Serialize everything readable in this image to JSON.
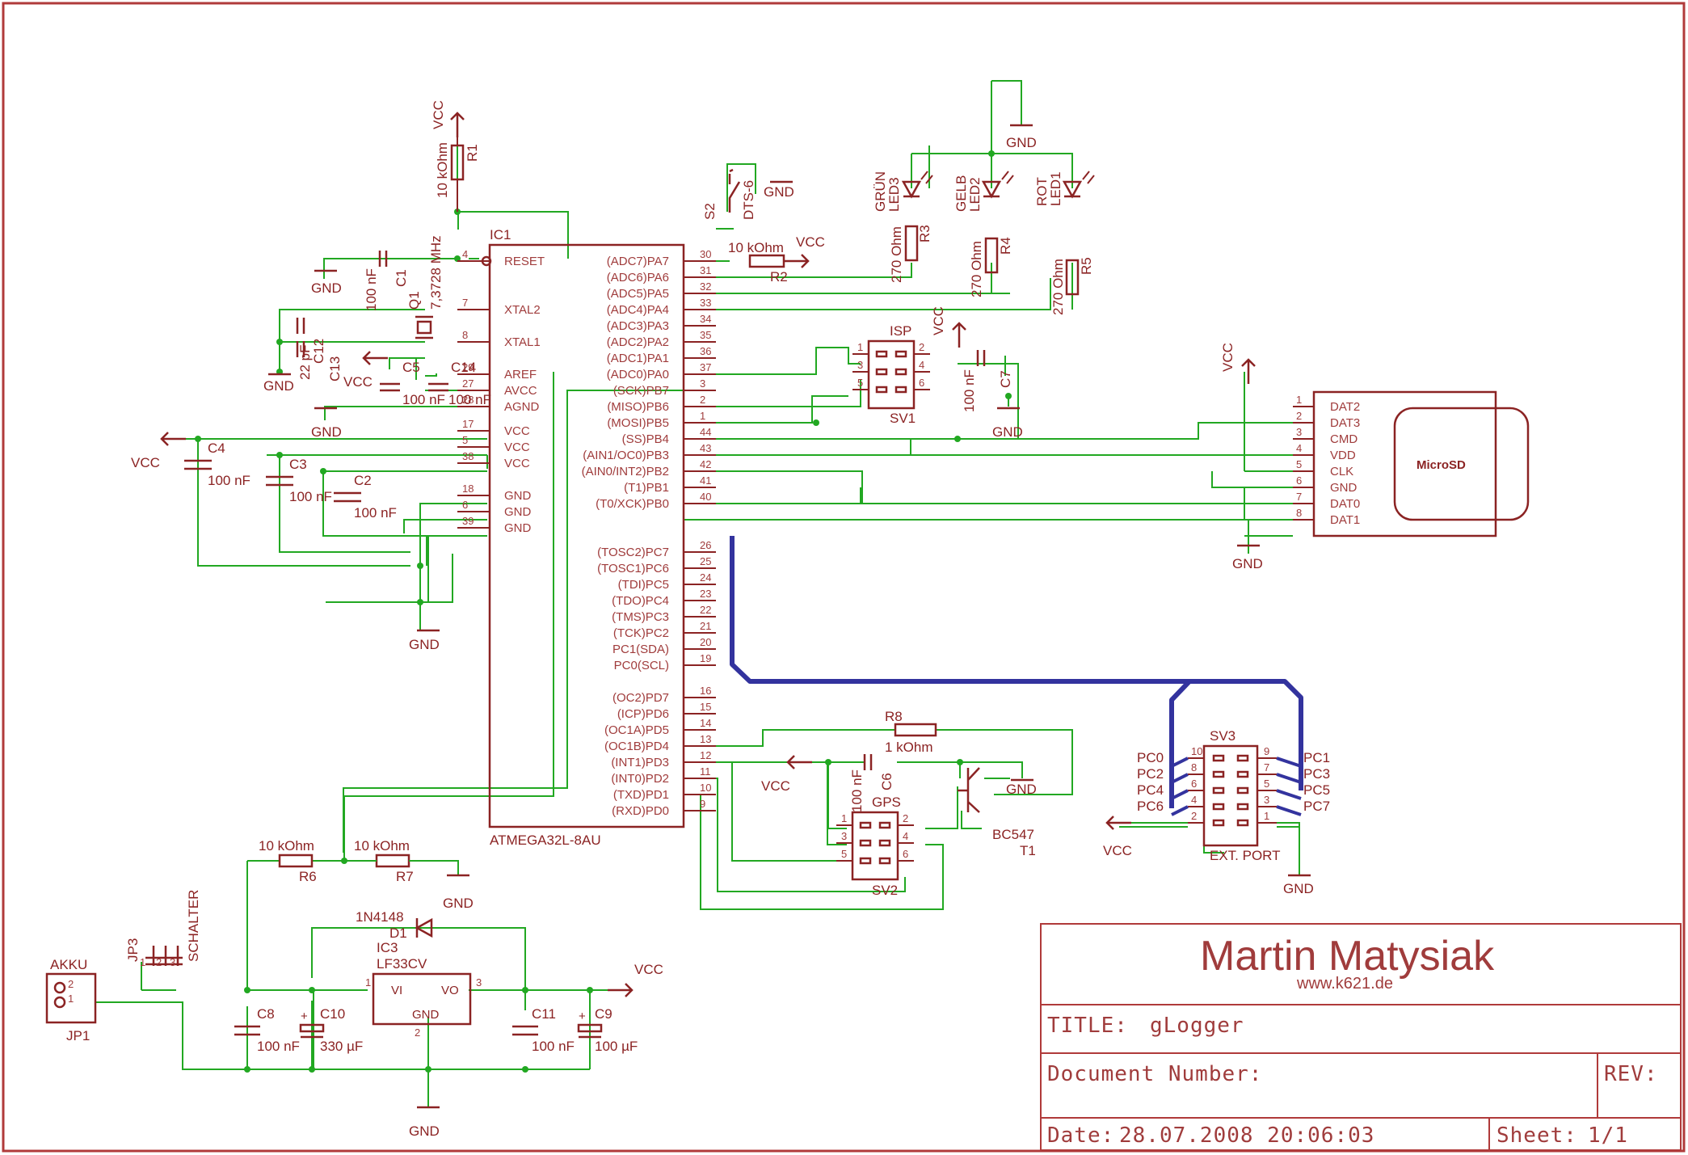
{
  "title_block": {
    "author": "Martin Matysiak",
    "website": "www.k621.de",
    "title_label": "TITLE:",
    "title": "gLogger",
    "doc_number_label": "Document Number:",
    "rev_label": "REV:",
    "date_label": "Date:",
    "date": "28.07.2008 20:06:03",
    "sheet_label": "Sheet:",
    "sheet": "1/1"
  },
  "mcu": {
    "ref": "IC1",
    "part": "ATMEGA32L-8AU",
    "left_pins": [
      {
        "name": "RESET",
        "num": "4"
      },
      {
        "name": "XTAL2",
        "num": "7"
      },
      {
        "name": "XTAL1",
        "num": "8"
      },
      {
        "name": "AREF",
        "num": "29"
      },
      {
        "name": "AVCC",
        "num": "27"
      },
      {
        "name": "AGND",
        "num": "28"
      },
      {
        "name": "VCC",
        "num": "17"
      },
      {
        "name": "VCC",
        "num": "5"
      },
      {
        "name": "VCC",
        "num": "38"
      },
      {
        "name": "GND",
        "num": "18"
      },
      {
        "name": "GND",
        "num": "6"
      },
      {
        "name": "GND",
        "num": "39"
      }
    ],
    "right_pins": [
      {
        "name": "(ADC7)PA7",
        "num": "30"
      },
      {
        "name": "(ADC6)PA6",
        "num": "31"
      },
      {
        "name": "(ADC5)PA5",
        "num": "32"
      },
      {
        "name": "(ADC4)PA4",
        "num": "33"
      },
      {
        "name": "(ADC3)PA3",
        "num": "34"
      },
      {
        "name": "(ADC2)PA2",
        "num": "35"
      },
      {
        "name": "(ADC1)PA1",
        "num": "36"
      },
      {
        "name": "(ADC0)PA0",
        "num": "37"
      },
      {
        "name": "(SCK)PB7",
        "num": "3"
      },
      {
        "name": "(MISO)PB6",
        "num": "2"
      },
      {
        "name": "(MOSI)PB5",
        "num": "1"
      },
      {
        "name": "(SS)PB4",
        "num": "44"
      },
      {
        "name": "(AIN1/OC0)PB3",
        "num": "43"
      },
      {
        "name": "(AIN0/INT2)PB2",
        "num": "42"
      },
      {
        "name": "(T1)PB1",
        "num": "41"
      },
      {
        "name": "(T0/XCK)PB0",
        "num": "40"
      },
      {
        "name": "(TOSC2)PC7",
        "num": "26"
      },
      {
        "name": "(TOSC1)PC6",
        "num": "25"
      },
      {
        "name": "(TDI)PC5",
        "num": "24"
      },
      {
        "name": "(TDO)PC4",
        "num": "23"
      },
      {
        "name": "(TMS)PC3",
        "num": "22"
      },
      {
        "name": "(TCK)PC2",
        "num": "21"
      },
      {
        "name": "PC1(SDA)",
        "num": "20"
      },
      {
        "name": "PC0(SCL)",
        "num": "19"
      },
      {
        "name": "(OC2)PD7",
        "num": "16"
      },
      {
        "name": "(ICP)PD6",
        "num": "15"
      },
      {
        "name": "(OC1A)PD5",
        "num": "14"
      },
      {
        "name": "(OC1B)PD4",
        "num": "13"
      },
      {
        "name": "(INT1)PD3",
        "num": "12"
      },
      {
        "name": "(INT0)PD2",
        "num": "11"
      },
      {
        "name": "(TXD)PD1",
        "num": "10"
      },
      {
        "name": "(RXD)PD0",
        "num": "9"
      }
    ]
  },
  "microsd": {
    "label": "MicroSD",
    "pins": [
      {
        "num": "1",
        "name": "DAT2"
      },
      {
        "num": "2",
        "name": "DAT3"
      },
      {
        "num": "3",
        "name": "CMD"
      },
      {
        "num": "4",
        "name": "VDD"
      },
      {
        "num": "5",
        "name": "CLK"
      },
      {
        "num": "6",
        "name": "GND"
      },
      {
        "num": "7",
        "name": "DAT0"
      },
      {
        "num": "8",
        "name": "DAT1"
      }
    ]
  },
  "ext_port": {
    "ref": "SV3",
    "label": "EXT. PORT",
    "left_labels": [
      "PC0",
      "PC2",
      "PC4",
      "PC6"
    ],
    "right_labels": [
      "PC1",
      "PC3",
      "PC5",
      "PC7"
    ],
    "left_nums": [
      "10",
      "8",
      "6",
      "4",
      "2"
    ],
    "right_nums": [
      "9",
      "7",
      "5",
      "3",
      "1"
    ]
  },
  "isp": {
    "title": "ISP",
    "ref": "SV1",
    "left_nums": [
      "1",
      "3",
      "5"
    ],
    "right_nums": [
      "2",
      "4",
      "6"
    ]
  },
  "gps": {
    "title": "GPS",
    "ref": "SV2",
    "left_nums": [
      "1",
      "3",
      "5"
    ],
    "right_nums": [
      "2",
      "4",
      "6"
    ]
  },
  "labels": {
    "r1": "R1",
    "r1_val": "10 kOhm",
    "r2": "R2",
    "r2_val": "10 kOhm",
    "r3": "R3",
    "r3_val": "270 Ohm",
    "r4": "R4",
    "r4_val": "270 Ohm",
    "r5": "R5",
    "r5_val": "270 Ohm",
    "r6": "R6",
    "r6_val": "10 kOhm",
    "r7": "R7",
    "r7_val": "10 kOhm",
    "r8": "R8",
    "r8_val": "1 kOhm",
    "led1": "LED1",
    "led1_col": "ROT",
    "led2": "LED2",
    "led2_col": "GELB",
    "led3": "LED3",
    "led3_col": "GRÜN",
    "s2": "S2",
    "s2_part": "DTS-6",
    "c1": "C1",
    "c1_val": "100 nF",
    "q1": "Q1",
    "q1_val": "7,3728 MHz",
    "c12": "C12",
    "c13": "C13",
    "c1213_val": "22 pF",
    "c5": "C5",
    "c14": "C14",
    "c5_val": "100 nF",
    "c14_val": "100 nF",
    "c4": "C4",
    "c4_val": "100 nF",
    "c3": "C3",
    "c3_val": "100 nF",
    "c2": "C2",
    "c2_val": "100 nF",
    "c7": "C7",
    "c7_val": "100 nF",
    "c6": "C6",
    "c6_val": "100 nF",
    "t1": "T1",
    "t1_part": "BC547",
    "ic3": "IC3",
    "ic3_part": "LF33CV",
    "ic3_vi": "VI",
    "ic3_vo": "VO",
    "ic3_gnd": "GND",
    "ic3_p1": "1",
    "ic3_p2": "2",
    "ic3_p3": "3",
    "d1": "D1",
    "d1_part": "1N4148",
    "c8": "C8",
    "c8_val": "100 nF",
    "c10": "C10",
    "c10_val": "330 µF",
    "c11": "C11",
    "c11_val": "100 nF",
    "c9": "C9",
    "c9_val": "100 µF",
    "jp1": "JP1",
    "akku": "AKKU",
    "jp3": "JP3",
    "schalter": "SCHALTER",
    "vcc": "VCC",
    "gnd": "GND"
  }
}
